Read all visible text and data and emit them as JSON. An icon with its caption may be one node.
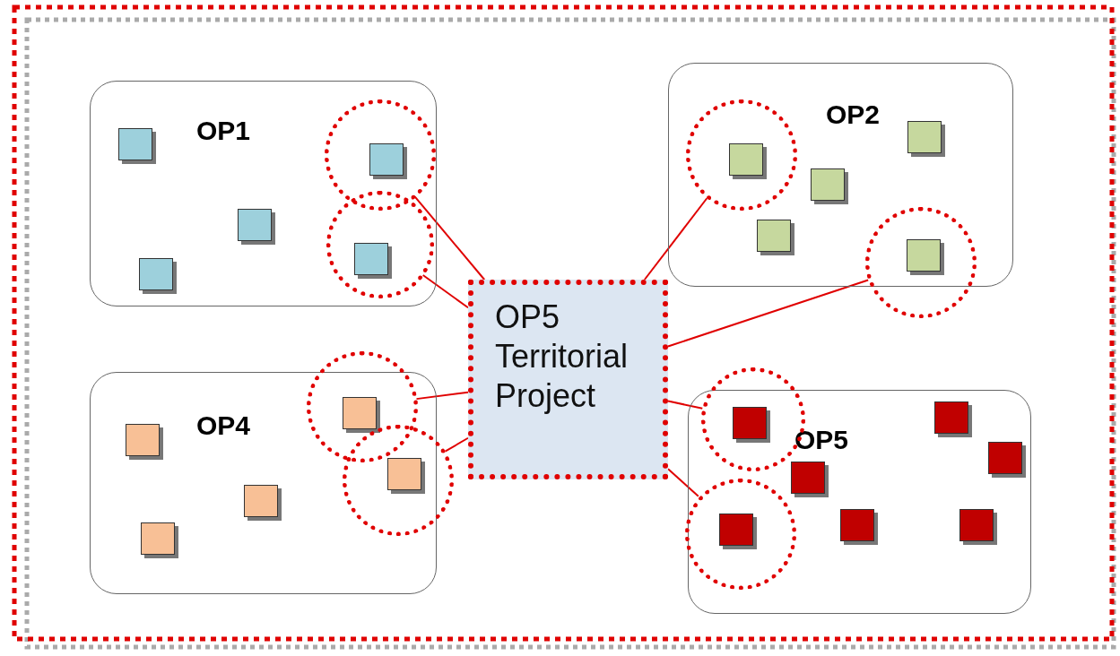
{
  "diagram": {
    "nodes": [
      {
        "text": [
          "OP1"
        ]
      },
      {
        "text": [],
        "shape": "box",
        "in": 0
      },
      {
        "text": [],
        "shape": "circle",
        "in": 0
      },
      {
        "text": [],
        "shape": "box",
        "in": 2
      },
      {
        "text": [],
        "shape": "box",
        "in": 0
      },
      {
        "text": [],
        "shape": "circle",
        "in": 0
      },
      {
        "text": [],
        "shape": "box",
        "in": 5
      },
      {
        "text": [],
        "shape": "box",
        "in": 0
      },
      {
        "text": [
          "OP2"
        ]
      },
      {
        "text": [],
        "shape": "circle",
        "in": 8
      },
      {
        "text": [],
        "shape": "box",
        "in": 9
      },
      {
        "text": [],
        "shape": "box",
        "in": 8
      },
      {
        "text": [],
        "shape": "box",
        "in": 8
      },
      {
        "text": [],
        "shape": "box",
        "in": 8
      },
      {
        "text": [],
        "shape": "circle"
      },
      {
        "text": [],
        "shape": "box"
      },
      {
        "text": [
          "OP5 Territorial Project"
        ]
      },
      {
        "text": [
          "OP4"
        ]
      },
      {
        "text": [],
        "shape": "circle",
        "in": 17
      },
      {
        "text": [],
        "shape": "box",
        "in": 18
      },
      {
        "text": [],
        "shape": "circle",
        "in": 17
      },
      {
        "text": [],
        "shape": "box",
        "in": 20
      },
      {
        "text": [],
        "shape": "box",
        "in": 17
      },
      {
        "text": [],
        "shape": "box",
        "in": 17
      },
      {
        "text": [],
        "shape": "box",
        "in": 17
      },
      {
        "text": [
          "OP5"
        ]
      },
      {
        "text": [],
        "shape": "circle"
      },
      {
        "text": [],
        "shape": "box"
      },
      {
        "text": [],
        "shape": "box",
        "in": 25
      },
      {
        "text": [],
        "shape": "box",
        "in": 25
      },
      {
        "text": [],
        "shape": "box",
        "in": 25
      },
      {
        "text": [],
        "shape": "circle",
        "in": 25
      },
      {
        "text": [],
        "shape": "box",
        "in": 31
      },
      {
        "text": [],
        "shape": "box",
        "in": 25
      },
      {
        "text": [],
        "shape": "box",
        "in": 25
      }
    ],
    "edges": [
      {
        "from": 2,
        "to": 16,
        "arrow": "none"
      },
      {
        "from": 5,
        "to": 16,
        "arrow": "none"
      },
      {
        "from": 16,
        "to": 9,
        "arrow": "none"
      },
      {
        "from": 16,
        "to": 14,
        "arrow": "none"
      },
      {
        "from": 18,
        "to": 16,
        "arrow": "none"
      },
      {
        "from": 20,
        "to": 16,
        "arrow": "none"
      },
      {
        "from": 16,
        "to": 26,
        "arrow": "none"
      },
      {
        "from": 16,
        "to": 31,
        "arrow": "none"
      }
    ]
  }
}
